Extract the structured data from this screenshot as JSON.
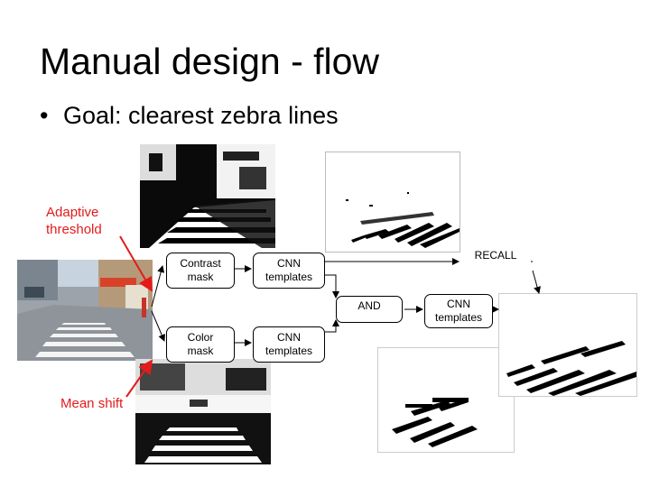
{
  "slide": {
    "title": "Manual design - flow",
    "bullet": "Goal: clearest zebra lines"
  },
  "labels": {
    "adaptive_threshold": "Adaptive threshold",
    "mean_shift": "Mean shift"
  },
  "nodes": {
    "contrast_mask": "Contrast mask",
    "cnn_templates_top": "CNN templates",
    "color_mask": "Color mask",
    "cnn_templates_bottom": "CNN templates",
    "and": "AND",
    "recall": "RECALL",
    "cnn_templates_right": "CNN templates"
  },
  "colors": {
    "arrow_red": "#e31b1b",
    "text": "#000000"
  }
}
